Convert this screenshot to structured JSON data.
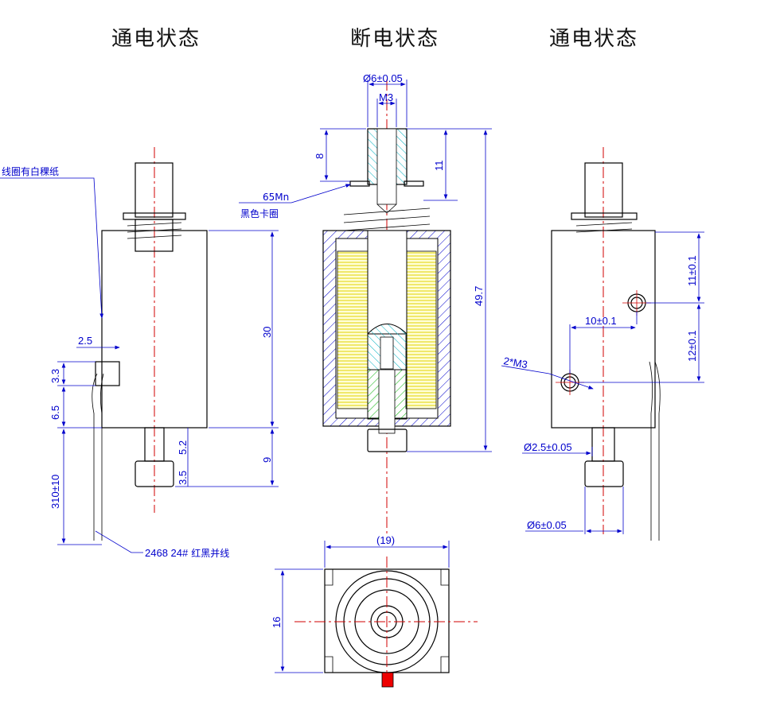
{
  "titles": {
    "left": "通电状态",
    "middle": "断电状态",
    "right": "通电状态"
  },
  "left_view": {
    "note": "线圈有白稞纸",
    "dims": {
      "d1": "2.5",
      "d2": "3.3",
      "d3": "6.5",
      "d4": "30",
      "d5": "5.2",
      "d6": "9",
      "d7": "3.5",
      "d8": "310±10"
    },
    "wire_prefix": "2468 24#",
    "wire_label": "红黑并线"
  },
  "middle_view": {
    "dims": {
      "diameter": "Ø6±0.05",
      "thread": "M3",
      "d1": "8",
      "d2": "11",
      "total": "49.7"
    },
    "clip_material": "65Mn",
    "clip_label": "黑色卡圈"
  },
  "right_view": {
    "dims": {
      "d1": "11±0.1",
      "d2": "10±0.1",
      "d3": "12±0.1",
      "holes": "2*M3",
      "d4": "Ø2.5±0.05",
      "d5": "Ø6±0.05"
    }
  },
  "bottom_view": {
    "dims": {
      "width": "(19)",
      "height": "16"
    }
  }
}
